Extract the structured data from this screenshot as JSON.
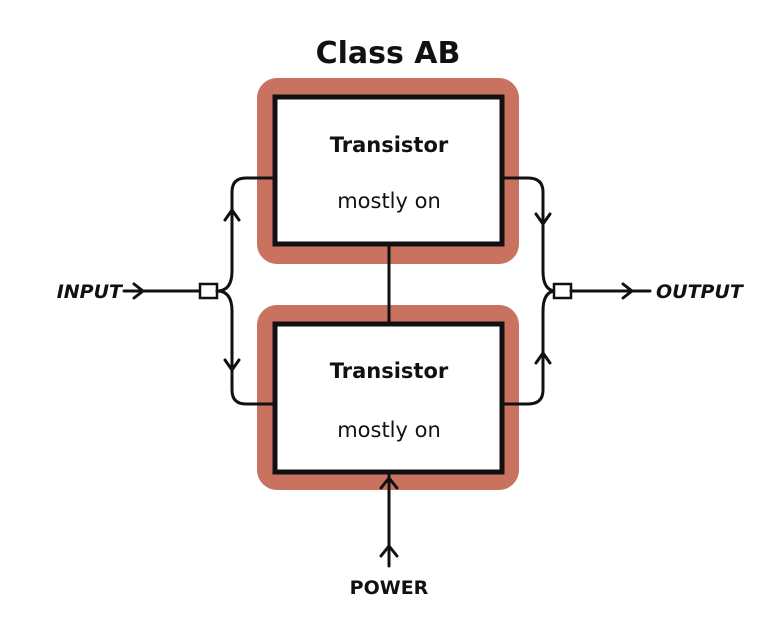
{
  "title": "Class AB",
  "transistors": [
    {
      "label": "Transistor",
      "state": "mostly on"
    },
    {
      "label": "Transistor",
      "state": "mostly on"
    }
  ],
  "labels": {
    "input": "INPUT",
    "output": "OUTPUT",
    "power": "POWER"
  },
  "colors": {
    "halo": "#c97260",
    "stroke": "#111111",
    "background": "#ffffff"
  }
}
